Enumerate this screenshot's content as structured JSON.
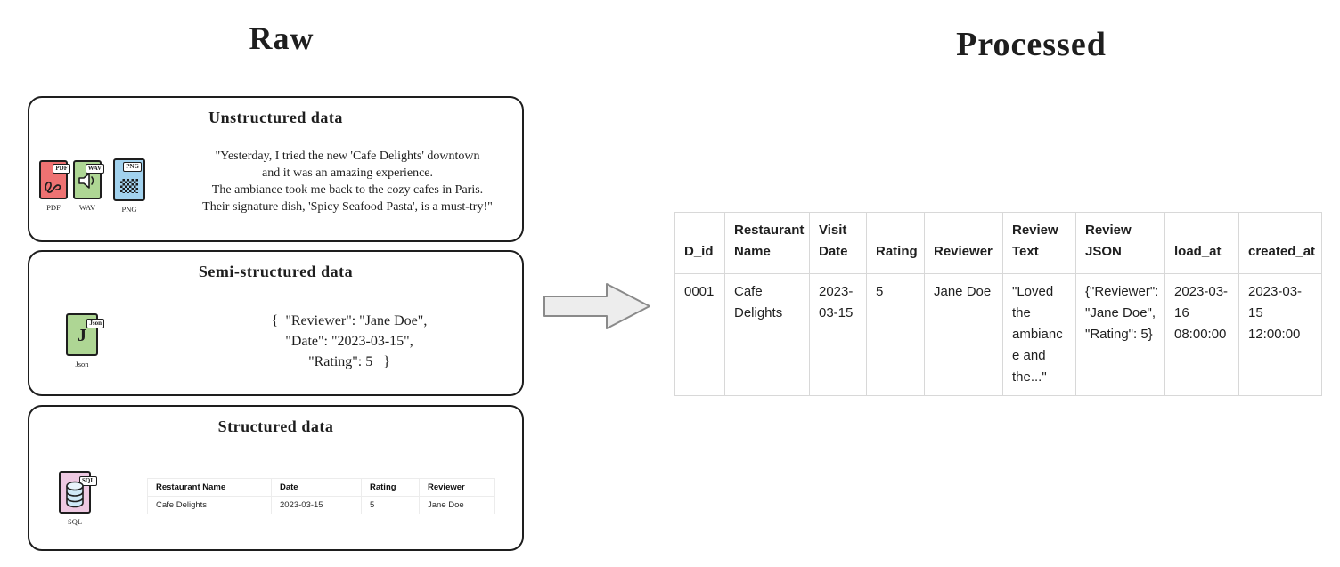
{
  "titles": {
    "raw": "Raw",
    "processed": "Processed"
  },
  "raw": {
    "unstructured": {
      "title": "Unstructured data",
      "pdf_icon": {
        "tab": "PDF",
        "label": "PDF"
      },
      "wav_icon": {
        "tab": "WAV",
        "label": "WAV"
      },
      "png_icon": {
        "tab": "PNG",
        "label": "PNG"
      },
      "quote_lines": [
        "\"Yesterday, I tried the new 'Cafe Delights' downtown",
        "and it was an amazing experience.",
        "The ambiance took me back to the cozy cafes in Paris.",
        "Their signature dish, 'Spicy Seafood Pasta', is a must-try!\""
      ]
    },
    "semi_structured": {
      "title": "Semi-structured data",
      "json_icon": {
        "tab": "Json",
        "letter": "J",
        "label": "Json"
      },
      "json_lines": [
        "{  \"Reviewer\": \"Jane Doe\",",
        "\"Date\": \"2023-03-15\",",
        "\"Rating\": 5   }"
      ]
    },
    "structured": {
      "title": "Structured data",
      "sql_icon": {
        "tab": "SQL",
        "label": "SQL"
      },
      "table": {
        "headers": [
          "Restaurant Name",
          "Date",
          "Rating",
          "Reviewer"
        ],
        "row": [
          "Cafe Delights",
          "2023-03-15",
          "5",
          "Jane Doe"
        ]
      }
    }
  },
  "processed": {
    "table": {
      "headers": [
        "D_id",
        "Restaurant Name",
        "Visit Date",
        "Rating",
        "Reviewer",
        "Review Text",
        "Review JSON",
        "load_at",
        "created_at"
      ],
      "row": [
        "0001",
        "Cafe Delights",
        "2023-03-15",
        "5",
        "Jane Doe",
        "\"Loved the ambiance and the...\"",
        "{\"Reviewer\": \"Jane Doe\", \"Rating\": 5}",
        "2023-03-16 08:00:00",
        "2023-03-15 12:00:00"
      ]
    }
  },
  "colors": {
    "pdf_fill": "#ee7272",
    "wav_fill": "#aed694",
    "png_fill": "#a2d2ee",
    "json_fill": "#aed694",
    "sql_fill": "#eec9e2",
    "cylinder_fill": "#cfe9f7",
    "box_border": "#1e1e1e",
    "table_border": "#d8d8d8",
    "arrow_fill": "#ededed",
    "arrow_stroke": "#8a8a8a"
  }
}
